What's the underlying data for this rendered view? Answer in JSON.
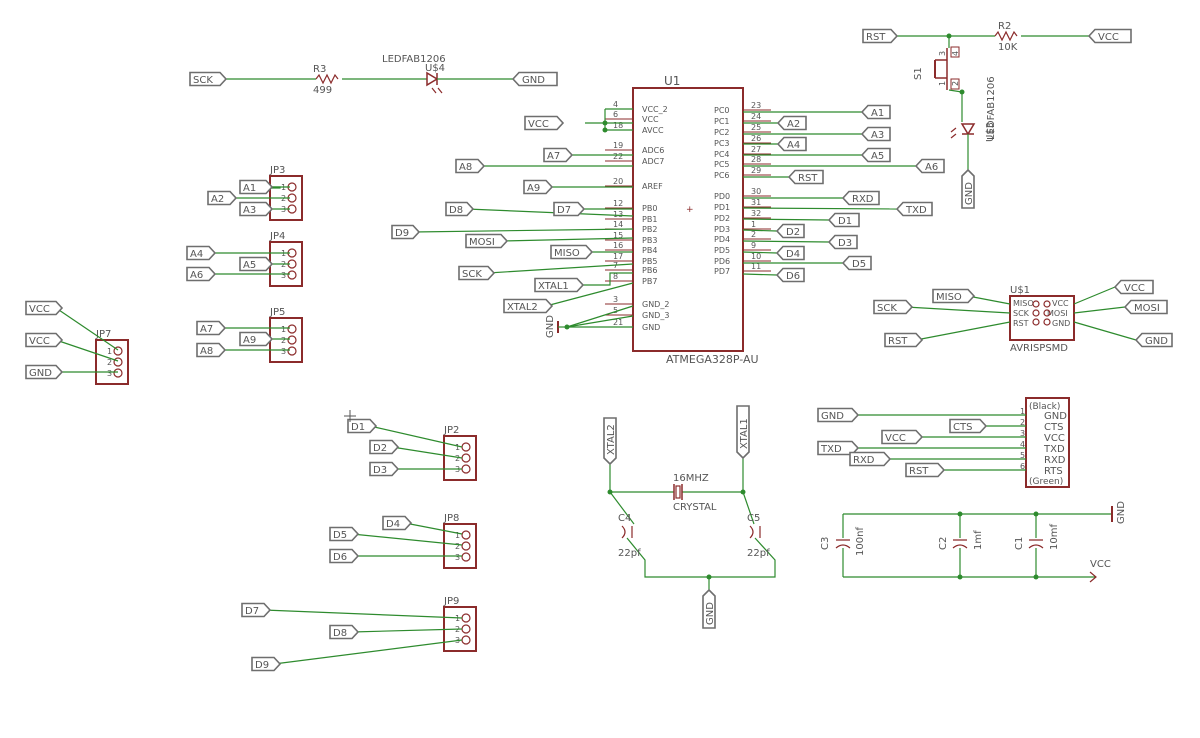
{
  "colors": {
    "symbol": "#8b2b2b",
    "wire": "#2e8b2e",
    "label_border": "#6e6e6e",
    "text": "#555555"
  },
  "u1": {
    "name": "U1",
    "value": "ATMEGA328P-AU",
    "left": [
      [
        "4",
        "VCC_2"
      ],
      [
        "6",
        "VCC"
      ],
      [
        "18",
        "AVCC"
      ],
      [
        "19",
        "ADC6"
      ],
      [
        "22",
        "ADC7"
      ],
      [
        "20",
        "AREF"
      ],
      [
        "12",
        "PB0"
      ],
      [
        "13",
        "PB1"
      ],
      [
        "14",
        "PB2"
      ],
      [
        "15",
        "PB3"
      ],
      [
        "16",
        "PB4"
      ],
      [
        "17",
        "PB5"
      ],
      [
        "7",
        "PB6"
      ],
      [
        "8",
        "PB7"
      ],
      [
        "3",
        "GND_2"
      ],
      [
        "5",
        "GND_3"
      ],
      [
        "21",
        "GND"
      ]
    ],
    "right": [
      [
        "23",
        "PC0"
      ],
      [
        "24",
        "PC1"
      ],
      [
        "25",
        "PC2"
      ],
      [
        "26",
        "PC3"
      ],
      [
        "27",
        "PC4"
      ],
      [
        "28",
        "PC5"
      ],
      [
        "29",
        "PC6"
      ],
      [
        "30",
        "PD0"
      ],
      [
        "31",
        "PD1"
      ],
      [
        "32",
        "PD2"
      ],
      [
        "1",
        "PD3"
      ],
      [
        "2",
        "PD4"
      ],
      [
        "9",
        "PD5"
      ],
      [
        "10",
        "PD6"
      ],
      [
        "11",
        "PD7"
      ]
    ]
  },
  "r3": {
    "name": "R3",
    "value": "499"
  },
  "u4": {
    "name": "U$4",
    "value": "LEDFAB1206"
  },
  "u3": {
    "name": "U$3",
    "value": "LEDFAB1206"
  },
  "r2": {
    "name": "R2",
    "value": "10K"
  },
  "s1": {
    "name": "S1"
  },
  "u2": {
    "name": "U$1",
    "value": "AVRISPSMD",
    "pins_left": [
      "MISO",
      "SCK",
      "RST"
    ],
    "pins_right": [
      "VCC",
      "MOSI",
      "GND"
    ]
  },
  "jp": {
    "jp2": "JP2",
    "jp3": "JP3",
    "jp4": "JP4",
    "jp5": "JP5",
    "jp7": "JP7",
    "jp8": "JP8",
    "jp9": "JP9",
    "pins": [
      "1",
      "2",
      "3"
    ]
  },
  "crystal": {
    "name": "16MHZ",
    "value": "CRYSTAL"
  },
  "c4": {
    "name": "C4",
    "value": "22pf"
  },
  "c5": {
    "name": "C5",
    "value": "22pf"
  },
  "c3": {
    "name": "C3",
    "value": "100nf"
  },
  "c2": {
    "name": "C2",
    "value": "1mf"
  },
  "c1": {
    "name": "C1",
    "value": "10mf"
  },
  "ftdi": {
    "top": "(Black)",
    "bottom": "(Green)",
    "pins": [
      [
        "1",
        "GND"
      ],
      [
        "2",
        "CTS"
      ],
      [
        "3",
        "VCC"
      ],
      [
        "4",
        "TXD"
      ],
      [
        "5",
        "RXD"
      ],
      [
        "6",
        "RTS"
      ]
    ]
  },
  "nets": {
    "gnd": "GND",
    "vcc": "VCC",
    "rst": "RST",
    "sck": "SCK",
    "miso": "MISO",
    "mosi": "MOSI",
    "rxd": "RXD",
    "txd": "TXD",
    "cts": "CTS",
    "xtal1": "XTAL1",
    "xtal2": "XTAL2",
    "a1": "A1",
    "a2": "A2",
    "a3": "A3",
    "a4": "A4",
    "a5": "A5",
    "a6": "A6",
    "a7": "A7",
    "a8": "A8",
    "a9": "A9",
    "d1": "D1",
    "d2": "D2",
    "d3": "D3",
    "d4": "D4",
    "d5": "D5",
    "d6": "D6",
    "d7": "D7",
    "d8": "D8",
    "d9": "D9"
  }
}
